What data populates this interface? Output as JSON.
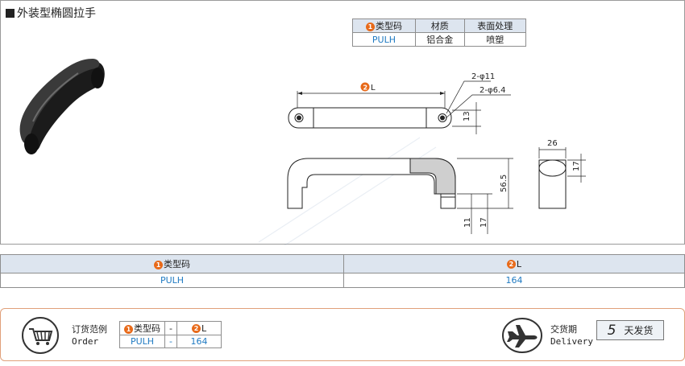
{
  "title": "外装型椭圆拉手",
  "material_table": {
    "headers": [
      "类型码",
      "材质",
      "表面处理"
    ],
    "header_badges": [
      "1",
      "",
      ""
    ],
    "row": [
      "PULH",
      "铝合金",
      "喷塑"
    ]
  },
  "drawing": {
    "dim_L": "L",
    "dim_L_badge": "2",
    "dim_hole_outer": "2-φ11",
    "dim_hole_inner": "2-φ6.4",
    "dim_13": "13",
    "dim_56_5": "56.5",
    "dim_11": "11",
    "dim_17_side": "17",
    "dim_26": "26",
    "dim_17_section": "17"
  },
  "param_table": {
    "headers": [
      "类型码",
      "L"
    ],
    "header_badges": [
      "1",
      "2"
    ],
    "row": [
      "PULH",
      "164"
    ]
  },
  "order": {
    "label_cn": "订货范例",
    "label_en": "Order",
    "headers": [
      "类型码",
      "-",
      "L"
    ],
    "header_badges": [
      "1",
      "",
      "2"
    ],
    "row": [
      "PULH",
      "-",
      "164"
    ]
  },
  "delivery": {
    "label_cn": "交货期",
    "label_en": "Delivery",
    "days": "5",
    "unit": "天发货"
  },
  "icons": [
    "cart-icon",
    "airplane-icon",
    "handle-photo"
  ]
}
